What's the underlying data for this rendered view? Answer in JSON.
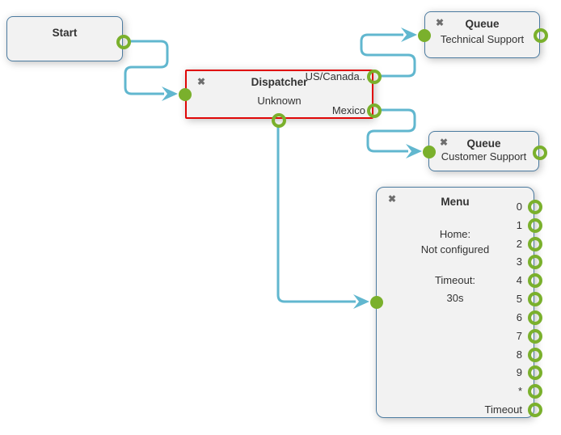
{
  "icons": {
    "delete": "✖"
  },
  "colors": {
    "connector": "#61b7cf",
    "endpoint_green": "#7ab02c",
    "node_border": "#4c7ba0",
    "node_fill": "#f2f2f2",
    "selection_red": "#e00707",
    "text": "#333333",
    "delete_icon": "#6e6e6e",
    "canvas_bg": "#ffffff"
  },
  "nodes": {
    "start": {
      "title": "Start"
    },
    "dispatcher": {
      "title": "Dispatcher",
      "subtitle": "Unknown",
      "selected": true,
      "ports": {
        "us_canada": "US/Canada..",
        "mexico": "Mexico"
      }
    },
    "queue_technical": {
      "title": "Queue",
      "subtitle": "Technical Support"
    },
    "queue_customer": {
      "title": "Queue",
      "subtitle": "Customer Support"
    },
    "menu": {
      "title": "Menu",
      "home_label": "Home:",
      "home_value": "Not configured",
      "timeout_label": "Timeout:",
      "timeout_value": "30s",
      "ports": [
        {
          "label": "0"
        },
        {
          "label": "1"
        },
        {
          "label": "2"
        },
        {
          "label": "3"
        },
        {
          "label": "4"
        },
        {
          "label": "5"
        },
        {
          "label": "6"
        },
        {
          "label": "7"
        },
        {
          "label": "8"
        },
        {
          "label": "9"
        },
        {
          "label": "*"
        },
        {
          "label": "Timeout"
        }
      ]
    }
  },
  "connections": [
    {
      "source": "start",
      "source_port": "output",
      "target": "dispatcher",
      "target_port": "input"
    },
    {
      "source": "dispatcher",
      "source_port": "US/Canada..",
      "target": "queue_technical",
      "target_port": "input"
    },
    {
      "source": "dispatcher",
      "source_port": "Mexico",
      "target": "queue_customer",
      "target_port": "input"
    },
    {
      "source": "dispatcher",
      "source_port": "bottom",
      "target": "menu",
      "target_port": "input"
    }
  ]
}
